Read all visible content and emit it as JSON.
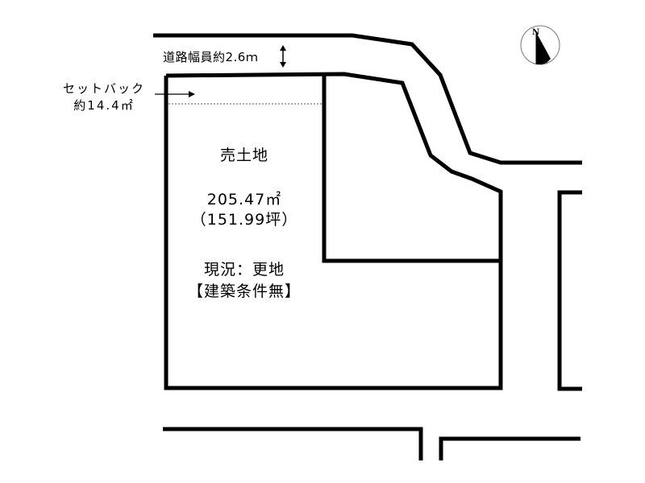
{
  "labels": {
    "road_width": "道路幅員約2.6ｍ",
    "setback_line1": "セットバック",
    "setback_line2": "約14.4㎡",
    "lot_title": "売土地",
    "area_sqm": "205.47㎡",
    "area_tsubo": "（151.99坪）",
    "current_state": "現況：更地",
    "building_condition": "【建築条件無】"
  },
  "compass": {
    "north_label": "N"
  },
  "colors": {
    "line": "#000000",
    "background": "#ffffff",
    "dotted_setback": "#555555"
  }
}
